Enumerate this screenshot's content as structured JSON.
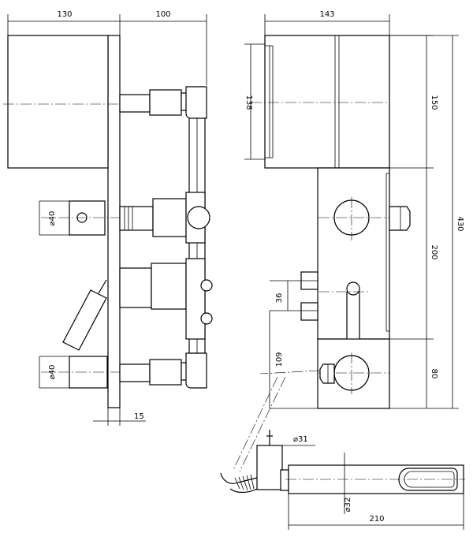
{
  "dimensions": {
    "side_width_top": "130",
    "side_depth_top": "100",
    "side_bottom": "15",
    "side_dia_upper": "⌀40",
    "side_dia_lower": "⌀40",
    "front_width": "143",
    "front_inner_height": "138",
    "front_box_height": "150",
    "front_middle_height": "200",
    "front_bottom_height": "80",
    "front_total_height": "430",
    "front_spacing": "36",
    "front_offset": "109",
    "spout_dia_top": "⌀31",
    "spout_dia_side": "⌀32",
    "spout_length": "210"
  },
  "colors": {
    "line": "#000000",
    "background": "#ffffff"
  }
}
